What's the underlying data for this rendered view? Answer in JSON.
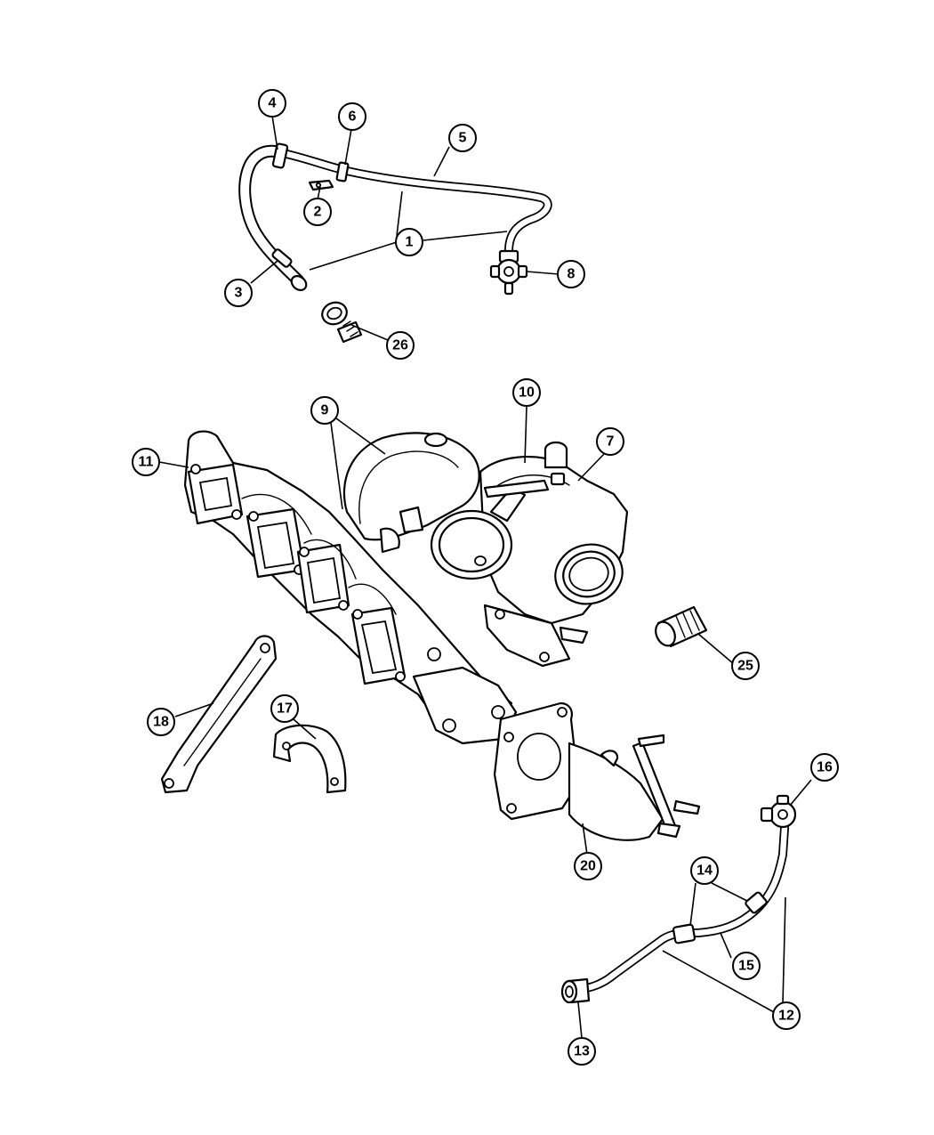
{
  "callouts": [
    {
      "label": "1"
    },
    {
      "label": "2"
    },
    {
      "label": "3"
    },
    {
      "label": "4"
    },
    {
      "label": "5"
    },
    {
      "label": "6"
    },
    {
      "label": "7"
    },
    {
      "label": "8"
    },
    {
      "label": "9"
    },
    {
      "label": "10"
    },
    {
      "label": "11"
    },
    {
      "label": "12"
    },
    {
      "label": "13"
    },
    {
      "label": "14"
    },
    {
      "label": "15"
    },
    {
      "label": "16"
    },
    {
      "label": "17"
    },
    {
      "label": "18"
    },
    {
      "label": "20"
    },
    {
      "label": "25"
    },
    {
      "label": "26"
    }
  ]
}
